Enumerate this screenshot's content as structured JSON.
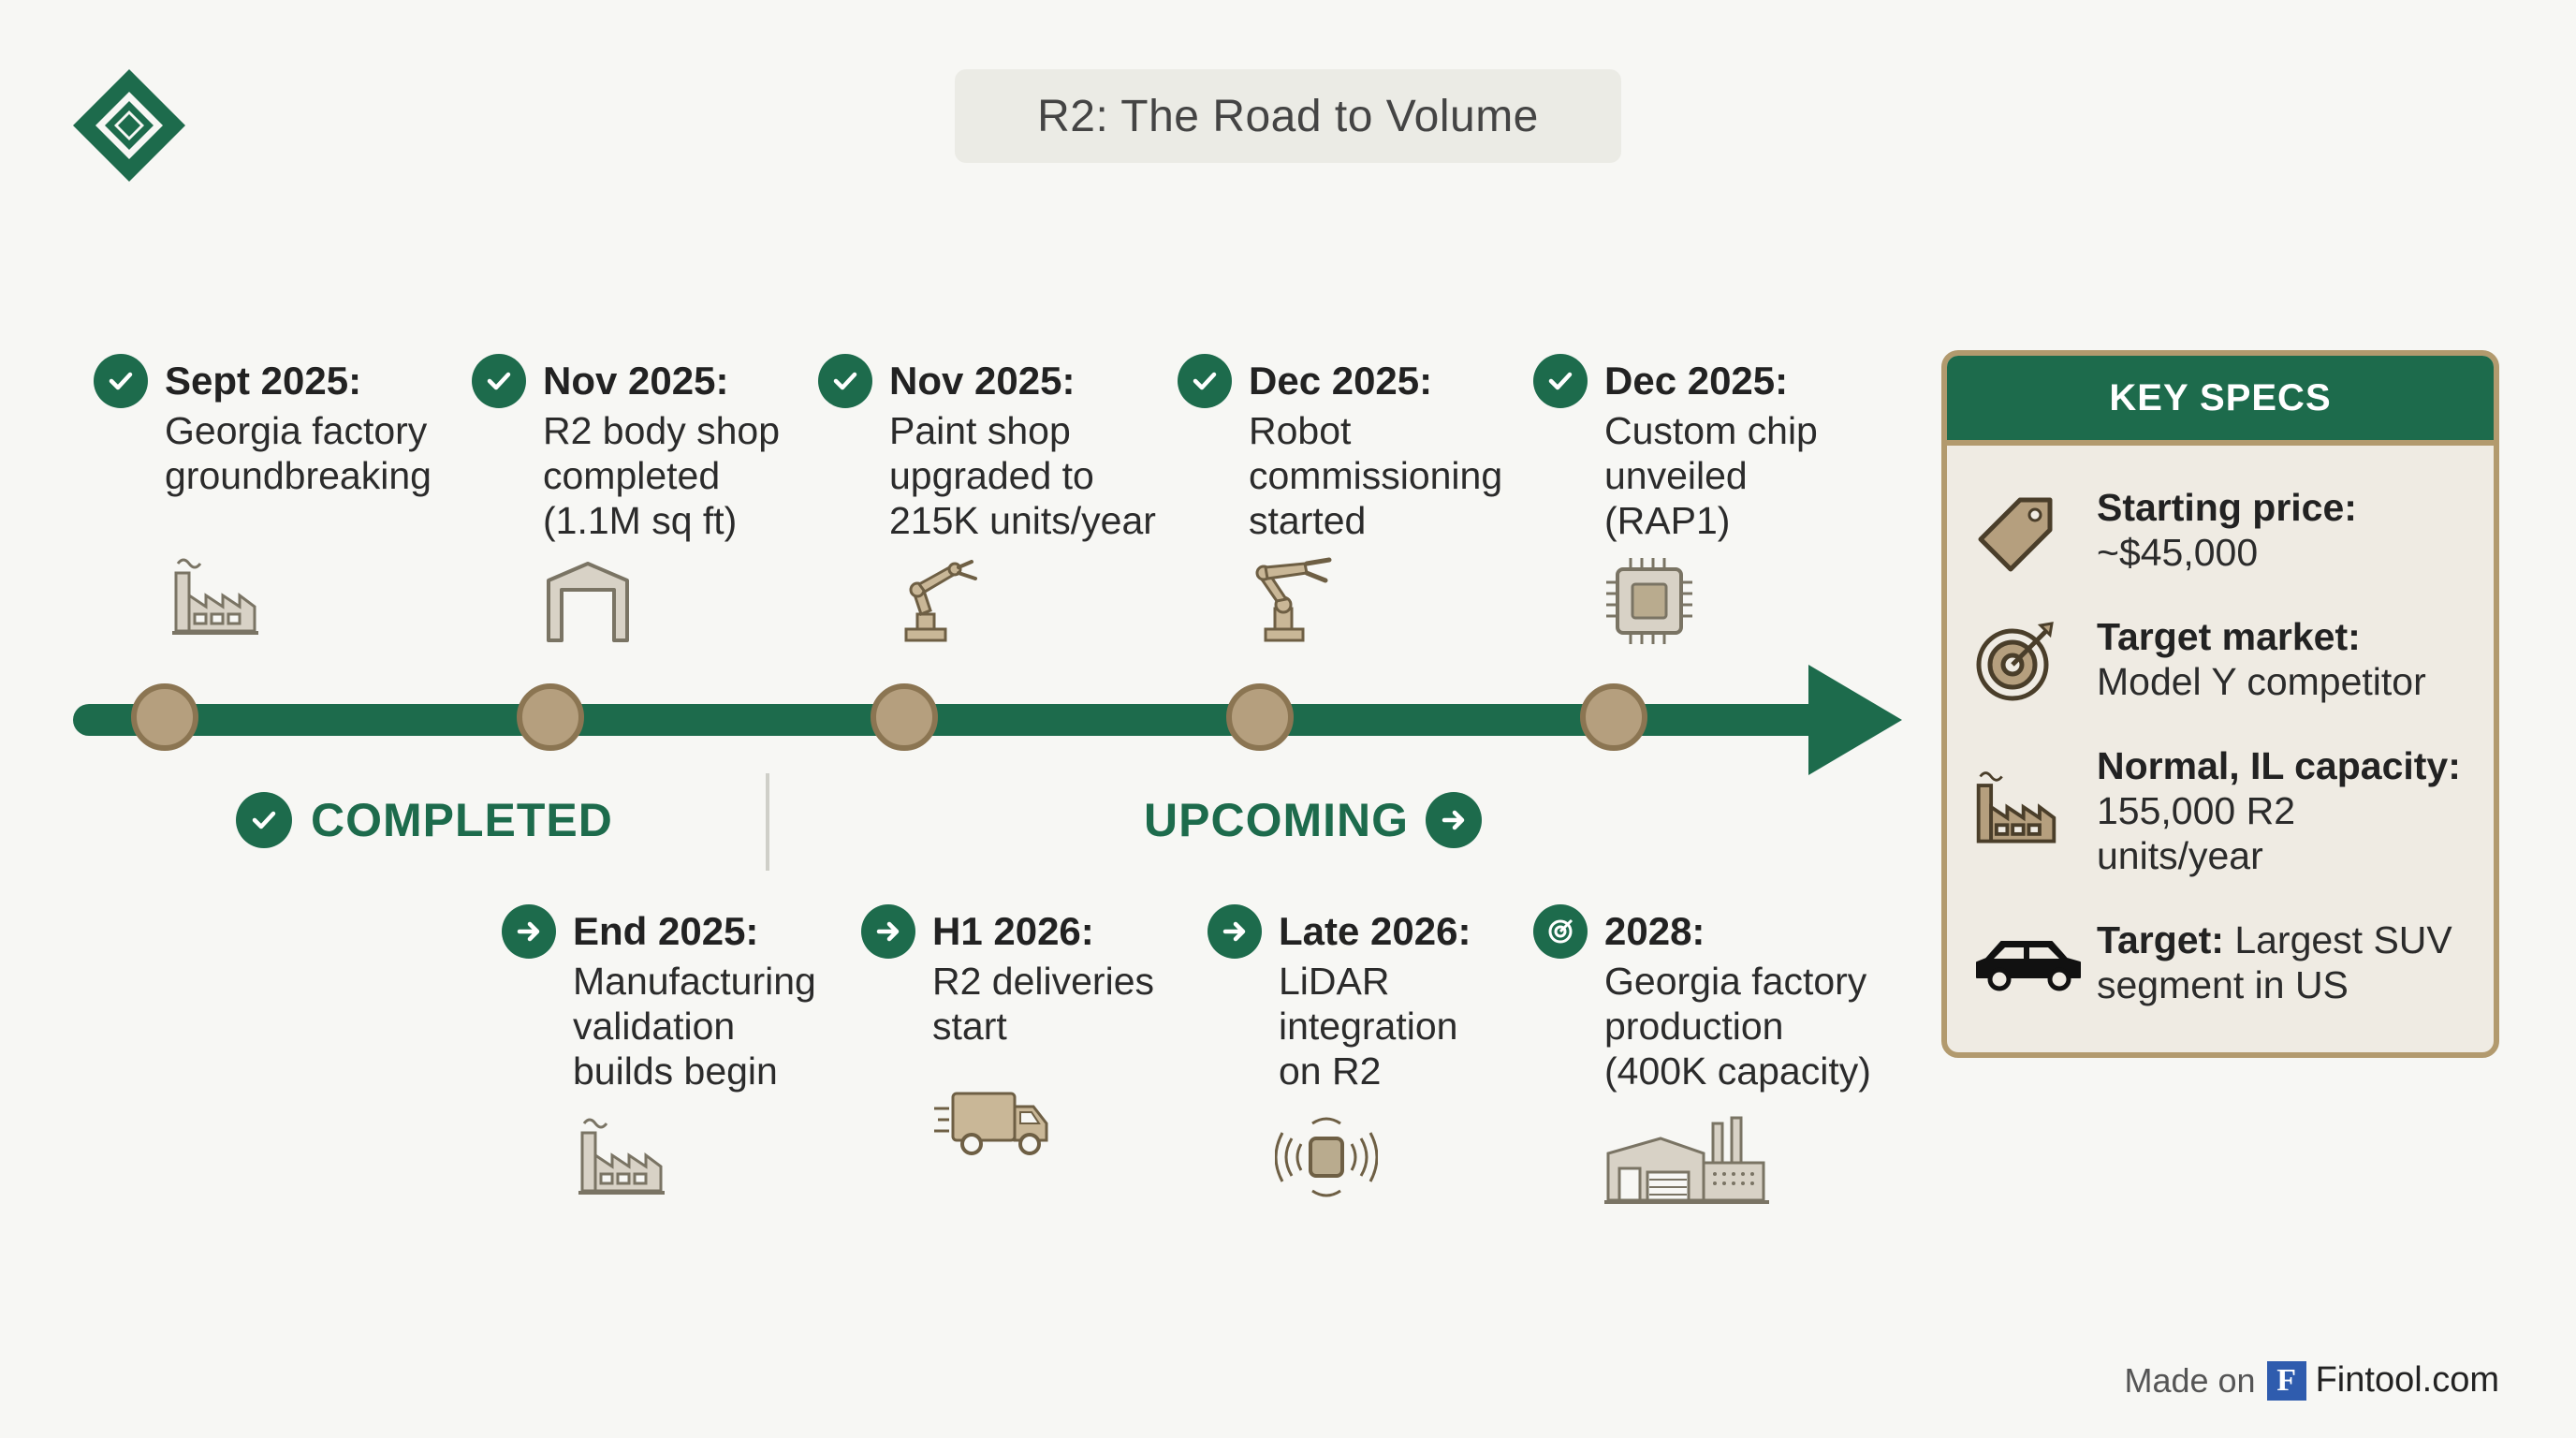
{
  "title": "R2: The Road to Volume",
  "colors": {
    "green": "#1d6b4c",
    "tan": "#b59f7e",
    "tan_dark": "#8b7552",
    "box_border": "#b29a6e"
  },
  "completed": [
    {
      "date": "Sept 2025:",
      "lines": [
        "Georgia factory",
        "groundbreaking"
      ],
      "icon": "factory-icon"
    },
    {
      "date": "Nov 2025:",
      "lines": [
        "R2 body shop",
        "completed",
        "(1.1M sq ft)"
      ],
      "icon": "building-icon"
    },
    {
      "date": "Nov 2025:",
      "lines": [
        "Paint shop",
        "upgraded to",
        "215K units/year"
      ],
      "icon": "robot-arm-icon"
    },
    {
      "date": "Dec 2025:",
      "lines": [
        "Robot",
        "commissioning",
        "started"
      ],
      "icon": "robot-arm-icon"
    },
    {
      "date": "Dec 2025:",
      "lines": [
        "Custom chip",
        "unveiled",
        "(RAP1)"
      ],
      "icon": "chip-icon"
    }
  ],
  "labels": {
    "completed": "COMPLETED",
    "upcoming": "UPCOMING"
  },
  "upcoming": [
    {
      "date": "End 2025:",
      "lines": [
        "Manufacturing",
        "validation",
        "builds begin"
      ],
      "icon": "factory-icon"
    },
    {
      "date": "H1 2026:",
      "lines": [
        "R2 deliveries",
        "start"
      ],
      "icon": "truck-icon"
    },
    {
      "date": "Late 2026:",
      "lines": [
        "LiDAR",
        "integration",
        "on R2"
      ],
      "icon": "lidar-icon"
    },
    {
      "date": "2028:",
      "lines": [
        "Georgia factory",
        "production",
        "(400K capacity)"
      ],
      "icon": "large-factory-icon"
    }
  ],
  "specs": {
    "header": "KEY SPECS",
    "items": [
      {
        "key": "Starting price:",
        "lines": [
          "~$45,000"
        ],
        "icon": "price-tag-icon"
      },
      {
        "key": "Target market:",
        "lines": [
          "Model Y competitor"
        ],
        "icon": "target-icon"
      },
      {
        "key": "Normal, IL capacity:",
        "lines": [
          "155,000 R2",
          "units/year"
        ],
        "icon": "factory-icon"
      },
      {
        "key": "Target:",
        "inline": " Largest SUV",
        "lines": [
          "segment in US"
        ],
        "icon": "suv-icon"
      }
    ]
  },
  "footer": {
    "made_on": "Made on",
    "logo_letter": "F",
    "brand": "Fintool.com"
  }
}
